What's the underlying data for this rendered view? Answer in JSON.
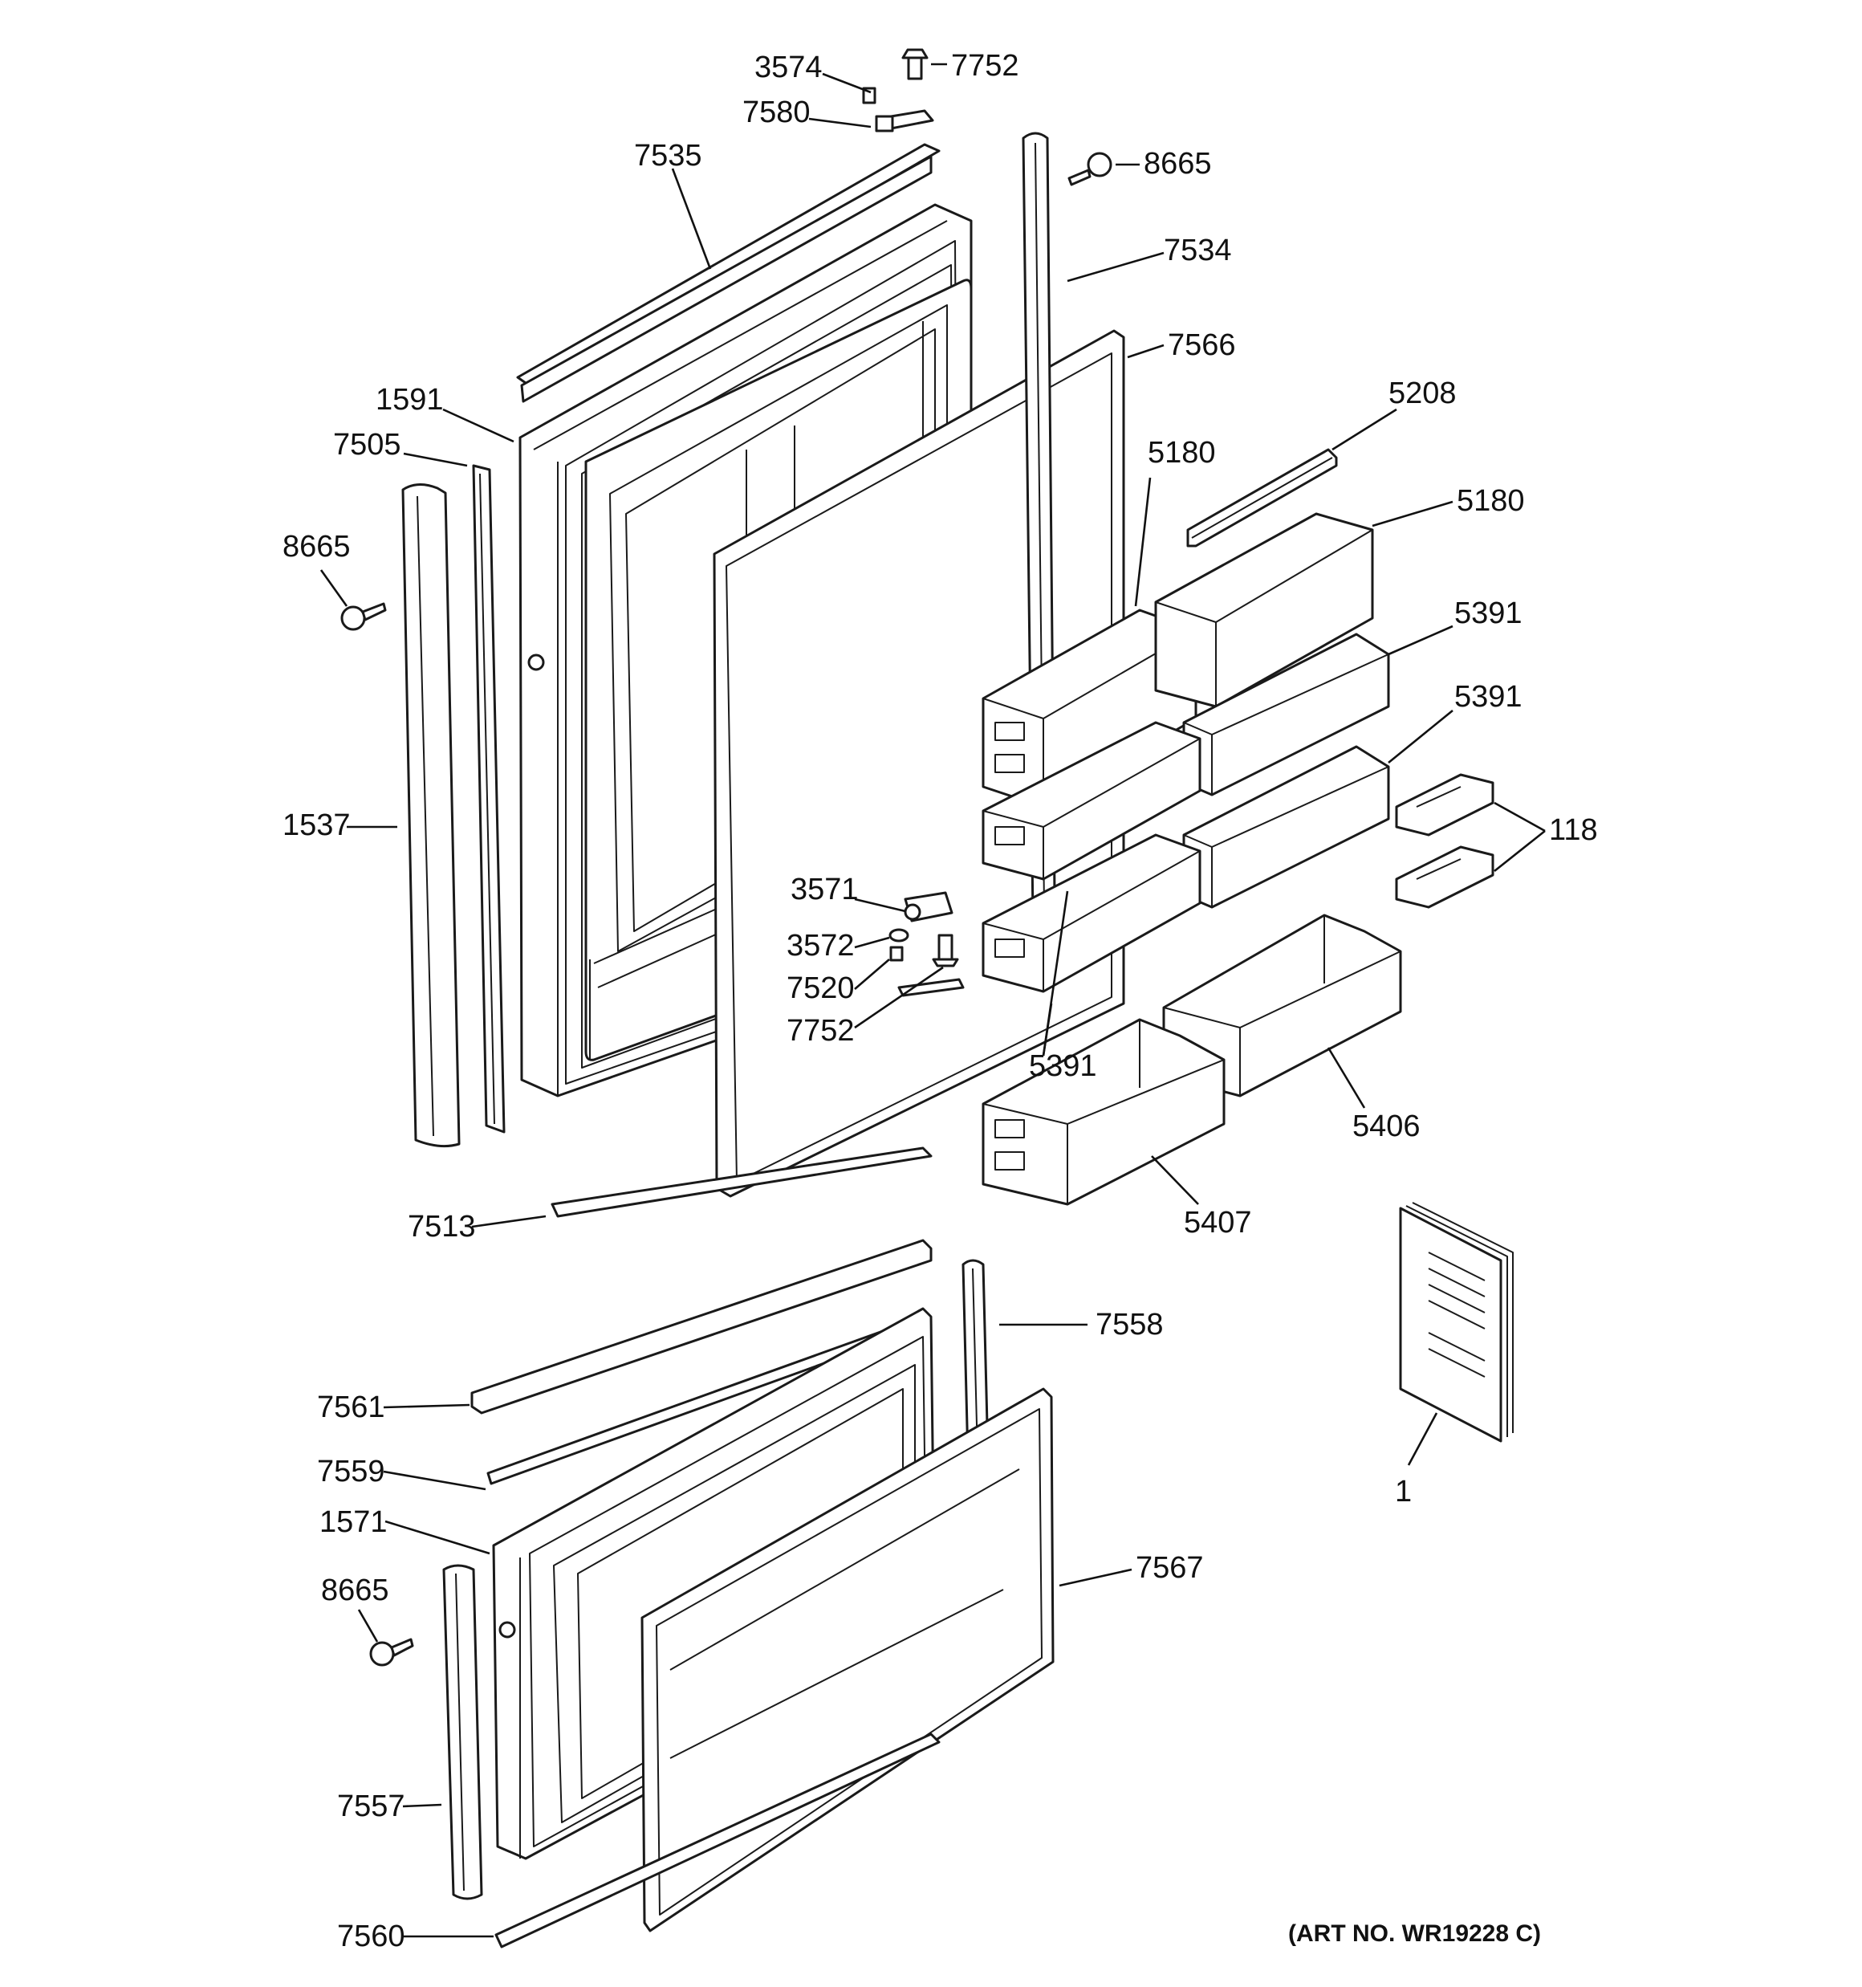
{
  "art_number": "(ART NO. WR19228 C)",
  "callouts": [
    {
      "id": "c-3574-top",
      "text": "3574"
    },
    {
      "id": "c-7752-top",
      "text": "7752"
    },
    {
      "id": "c-7580",
      "text": "7580"
    },
    {
      "id": "c-7535",
      "text": "7535"
    },
    {
      "id": "c-8665-top",
      "text": "8665"
    },
    {
      "id": "c-7534",
      "text": "7534"
    },
    {
      "id": "c-7566",
      "text": "7566"
    },
    {
      "id": "c-1591",
      "text": "1591"
    },
    {
      "id": "c-7505",
      "text": "7505"
    },
    {
      "id": "c-5208",
      "text": "5208"
    },
    {
      "id": "c-5180-a",
      "text": "5180"
    },
    {
      "id": "c-5180-b",
      "text": "5180"
    },
    {
      "id": "c-8665-left",
      "text": "8665"
    },
    {
      "id": "c-5391-a",
      "text": "5391"
    },
    {
      "id": "c-5391-b",
      "text": "5391"
    },
    {
      "id": "c-1537",
      "text": "1537"
    },
    {
      "id": "c-118",
      "text": "118"
    },
    {
      "id": "c-3571",
      "text": "3571"
    },
    {
      "id": "c-3572",
      "text": "3572"
    },
    {
      "id": "c-7520",
      "text": "7520"
    },
    {
      "id": "c-7752-mid",
      "text": "7752"
    },
    {
      "id": "c-5391-c",
      "text": "5391"
    },
    {
      "id": "c-5406",
      "text": "5406"
    },
    {
      "id": "c-5407",
      "text": "5407"
    },
    {
      "id": "c-7513",
      "text": "7513"
    },
    {
      "id": "c-7558",
      "text": "7558"
    },
    {
      "id": "c-7561",
      "text": "7561"
    },
    {
      "id": "c-7559",
      "text": "7559"
    },
    {
      "id": "c-1",
      "text": "1"
    },
    {
      "id": "c-1571",
      "text": "1571"
    },
    {
      "id": "c-7567",
      "text": "7567"
    },
    {
      "id": "c-8665-low",
      "text": "8665"
    },
    {
      "id": "c-7557",
      "text": "7557"
    },
    {
      "id": "c-7560",
      "text": "7560"
    }
  ]
}
